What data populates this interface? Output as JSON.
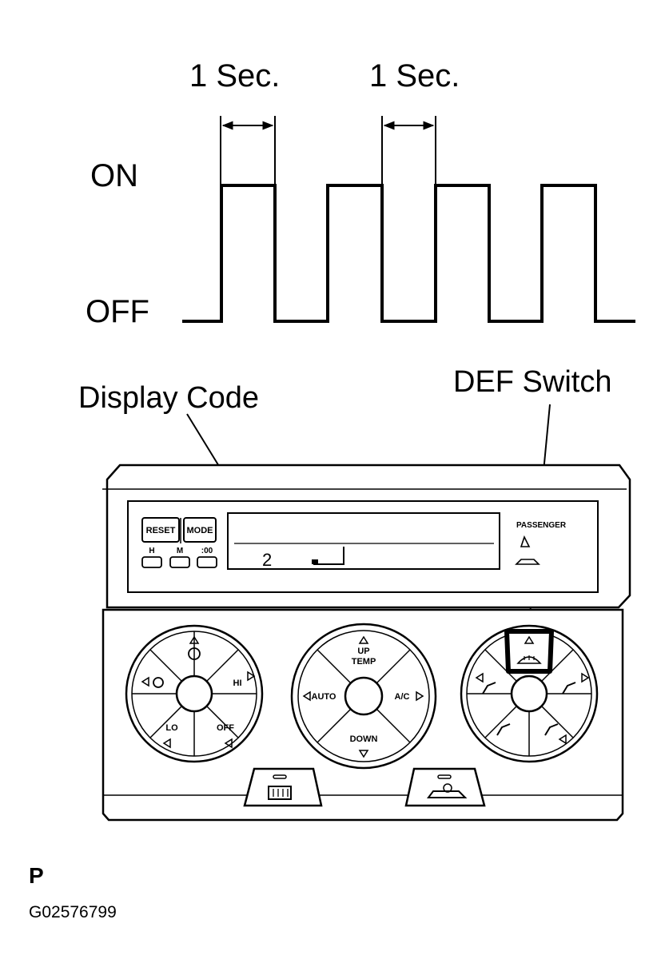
{
  "timing": {
    "interval_left": "1 Sec.",
    "interval_right": "1 Sec.",
    "on_label": "ON",
    "off_label": "OFF"
  },
  "callouts": {
    "display_code": "Display Code",
    "def_switch": "DEF Switch"
  },
  "panel": {
    "reset_label": "RESET",
    "mode_label": "MODE",
    "clock_labels": [
      "H",
      "M",
      ":00"
    ],
    "passenger_label": "PASSENGER",
    "display_digit": "2",
    "left_knob": {
      "lo": "LO",
      "hi": "HI",
      "off": "OFF"
    },
    "center_knob": {
      "up_temp_line1": "UP",
      "up_temp_line2": "TEMP",
      "auto": "AUTO",
      "ac": "A/C",
      "down": "DOWN"
    }
  },
  "figure": {
    "page_letter": "P",
    "figure_id": "G02576799"
  },
  "colors": {
    "ink": "#000000",
    "paper": "#ffffff"
  }
}
